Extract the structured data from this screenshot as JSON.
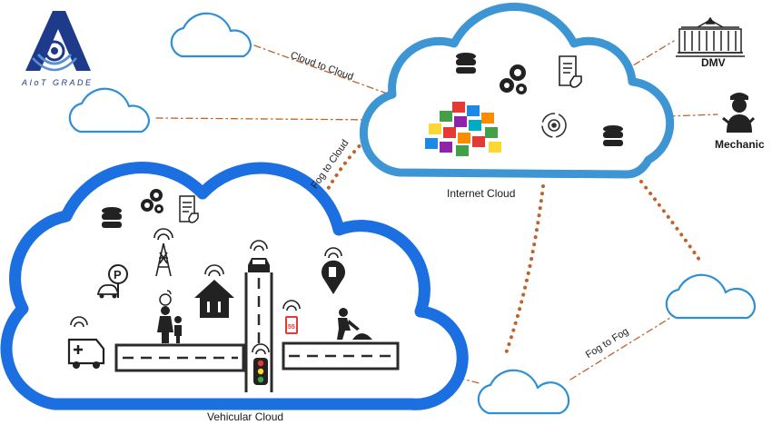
{
  "logo": {
    "text": "AIoT GRADE"
  },
  "nodes": {
    "internet_cloud": "Internet Cloud",
    "vehicular_cloud": "Vehicular Cloud",
    "dmv": "DMV",
    "mechanic": "Mechanic"
  },
  "links": {
    "cloud_to_cloud": "Cloud to Cloud",
    "fog_to_cloud": "Fog to Cloud",
    "fog_to_fog": "Fog to Fog"
  },
  "colors": {
    "cloud_outline": "#2e8fd6",
    "vehicular_outline": "#1b6fe0",
    "link_dash": "#c0622b",
    "road": "#2b2b2b"
  },
  "icons": [
    "database-icon",
    "gears-icon",
    "document-icon",
    "app-cubes-icon",
    "sync-gear-icon",
    "cell-tower-icon",
    "parking-icon",
    "family-icon",
    "house-icon",
    "car-icon",
    "fuel-pin-icon",
    "speed-sign-icon",
    "road-worker-icon",
    "ambulance-icon",
    "traffic-light-icon",
    "building-icon",
    "mechanic-icon"
  ]
}
